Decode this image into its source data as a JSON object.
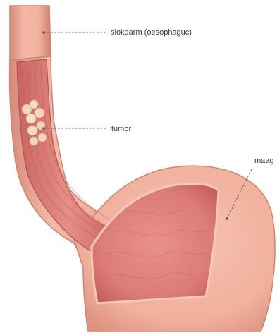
{
  "labels": {
    "oesophagus": "slokdarm (oesophaguc)",
    "tumor": "tumor",
    "stomach": "maag"
  },
  "colors": {
    "outer_wall": "#f2b3a0",
    "outer_edge": "#d98a77",
    "inner_lining": "#e48c86",
    "inner_dark": "#c9605f",
    "tumor": "#f6dcc2",
    "leader_line": "#555555"
  }
}
